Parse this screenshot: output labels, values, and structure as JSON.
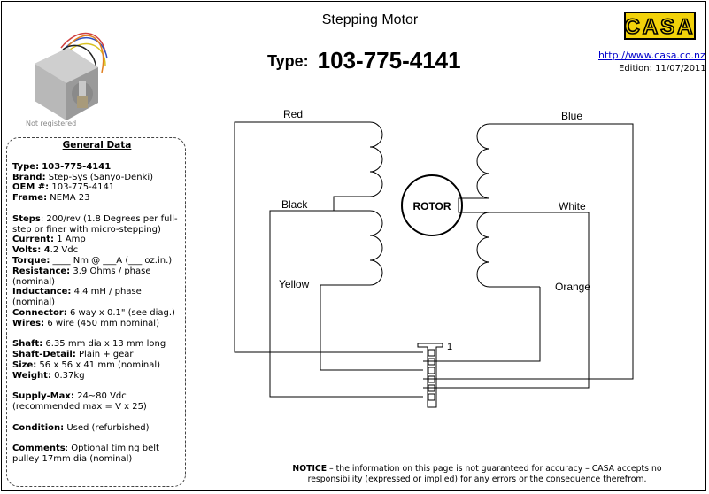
{
  "header": {
    "title": "Stepping Motor",
    "type_label": "Type:",
    "type_value": "103-775-4141",
    "logo_text": "CASA",
    "url": "http://www.casa.co.nz",
    "edition": "Edition: 11/07/2011",
    "photo_watermark": "Not registered"
  },
  "general_data": {
    "heading": "General Data",
    "type_label": "Type:",
    "type_value": "103-775-4141",
    "brand_label": "Brand:",
    "brand_value": "Step-Sys (Sanyo-Denki)",
    "oem_label": "OEM #:",
    "oem_value": "103-775-4141",
    "frame_label": "Frame:",
    "frame_value": "NEMA 23",
    "steps_label": "Steps",
    "steps_value": ": 200/rev (1.8 Degrees per full-step or finer with micro-stepping)",
    "current_label": "Current:",
    "current_value": "1 Amp",
    "volts_label": "Volts: 4",
    "volts_value": ".2 Vdc",
    "torque_label": "Torque:",
    "torque_value": "____ Nm @ ___A (___ oz.in.)",
    "resistance_label": "Resistance:",
    "resistance_value": "3.9  Ohms / phase (nominal)",
    "inductance_label": "Inductance:",
    "inductance_value": "4.4 mH / phase (nominal)",
    "connector_label": "Connector:",
    "connector_value": "6 way x 0.1\" (see diag.)",
    "wires_label": "Wires:",
    "wires_value": "6 wire (450 mm nominal)",
    "shaft_label": "Shaft:",
    "shaft_value": "6.35 mm dia x 13 mm long",
    "shaft_detail_label": "Shaft-Detail:",
    "shaft_detail_value": "Plain + gear",
    "size_label": "Size:",
    "size_value": "56 x 56 x 41 mm (nominal)",
    "weight_label": "Weight:",
    "weight_value": "0.37kg",
    "supply_label": "Supply-Max:",
    "supply_value": "24~80 Vdc",
    "supply_note": "(recommended max = V x 25)",
    "condition_label": "Condition:",
    "condition_value": "Used (refurbished)",
    "comments_label": "Comments",
    "comments_value": ": Optional timing belt pulley 17mm dia (nominal)"
  },
  "diagram": {
    "rotor_label": "ROTOR",
    "wire_red": "Red",
    "wire_black": "Black",
    "wire_yellow": "Yellow",
    "wire_blue": "Blue",
    "wire_white": "White",
    "wire_orange": "Orange",
    "pin_one_label": "1"
  },
  "footer": {
    "notice_label": "NOTICE",
    "notice_text": " – the information on this page is not guaranteed for accuracy – CASA accepts no responsibility (expressed or implied) for any errors or the consequence therefrom."
  },
  "colors": {
    "logo_yellow": "#f2d20a",
    "link_blue": "#0000cc"
  }
}
